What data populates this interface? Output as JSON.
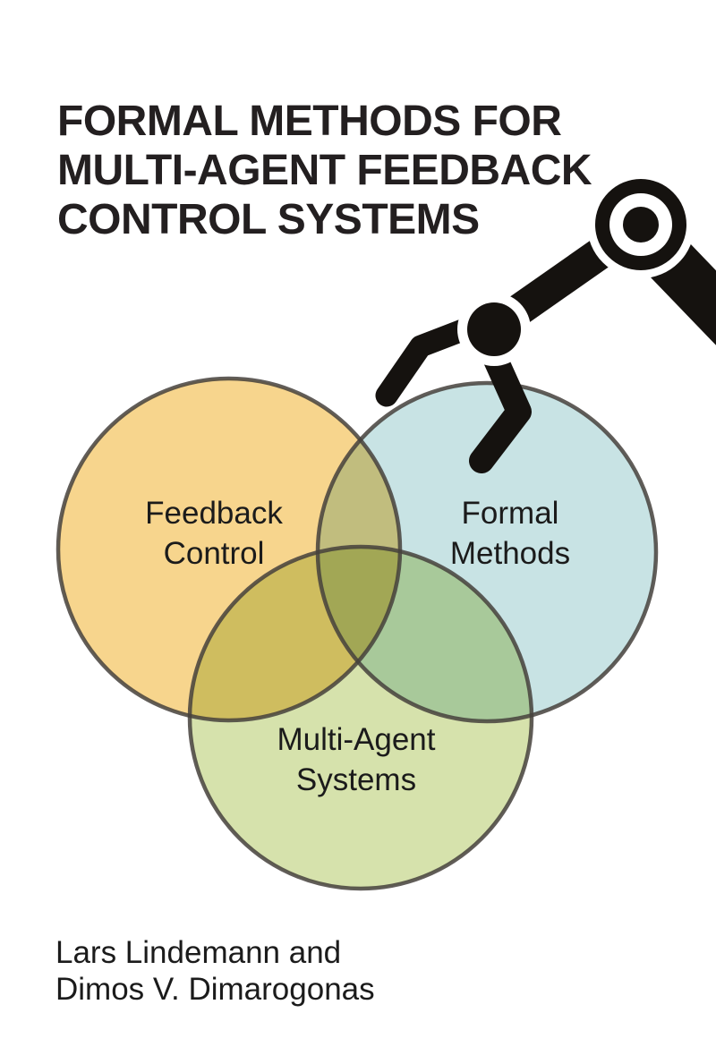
{
  "cover": {
    "title": {
      "lines": [
        "FORMAL METHODS FOR",
        "MULTI-AGENT FEEDBACK",
        "CONTROL SYSTEMS"
      ]
    },
    "venn": {
      "feedback_control": {
        "label_line1": "Feedback",
        "label_line2": "Control",
        "color": "#F7D58D"
      },
      "formal_methods": {
        "label_line1": "Formal",
        "label_line2": "Methods",
        "color": "#C8E3E4"
      },
      "multi_agent_systems": {
        "label_line1": "Multi-Agent",
        "label_line2": "Systems",
        "color": "#D6E2AC"
      },
      "outline_color": "#45413C"
    },
    "robot_arm": {
      "icon": "robot-arm-icon",
      "color": "#15120F"
    },
    "authors": {
      "lines": [
        "Lars Lindemann and",
        "Dimos V. Dimarogonas"
      ]
    },
    "background": "#FFFFFF",
    "border_color": "#1C1C1C",
    "text_color": "#231F20"
  }
}
